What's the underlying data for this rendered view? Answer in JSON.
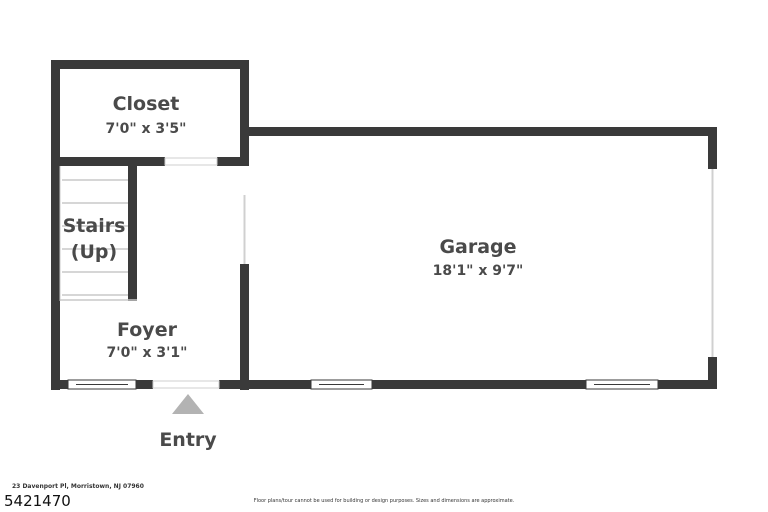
{
  "rooms": {
    "closet": {
      "name": "Closet",
      "dims": "7'0\" x 3'5\""
    },
    "stairs": {
      "name_line1": "Stairs",
      "name_line2": "(Up)"
    },
    "foyer": {
      "name": "Foyer",
      "dims": "7'0\" x 3'1\""
    },
    "garage": {
      "name": "Garage",
      "dims": "18'1\" x 9'7\""
    }
  },
  "entry_label": "Entry",
  "footer": {
    "address": "23 Davenport Pl, Morristown, NJ 07960",
    "disclaimer": "Floor plans/tour cannot be used for building or design purposes. Sizes and dimensions are approximate."
  },
  "listing_id": "5421470",
  "colors": {
    "wall": "#3a3a3a",
    "text": "#4a4a4a",
    "entry_arrow": "#b3b3b3"
  }
}
